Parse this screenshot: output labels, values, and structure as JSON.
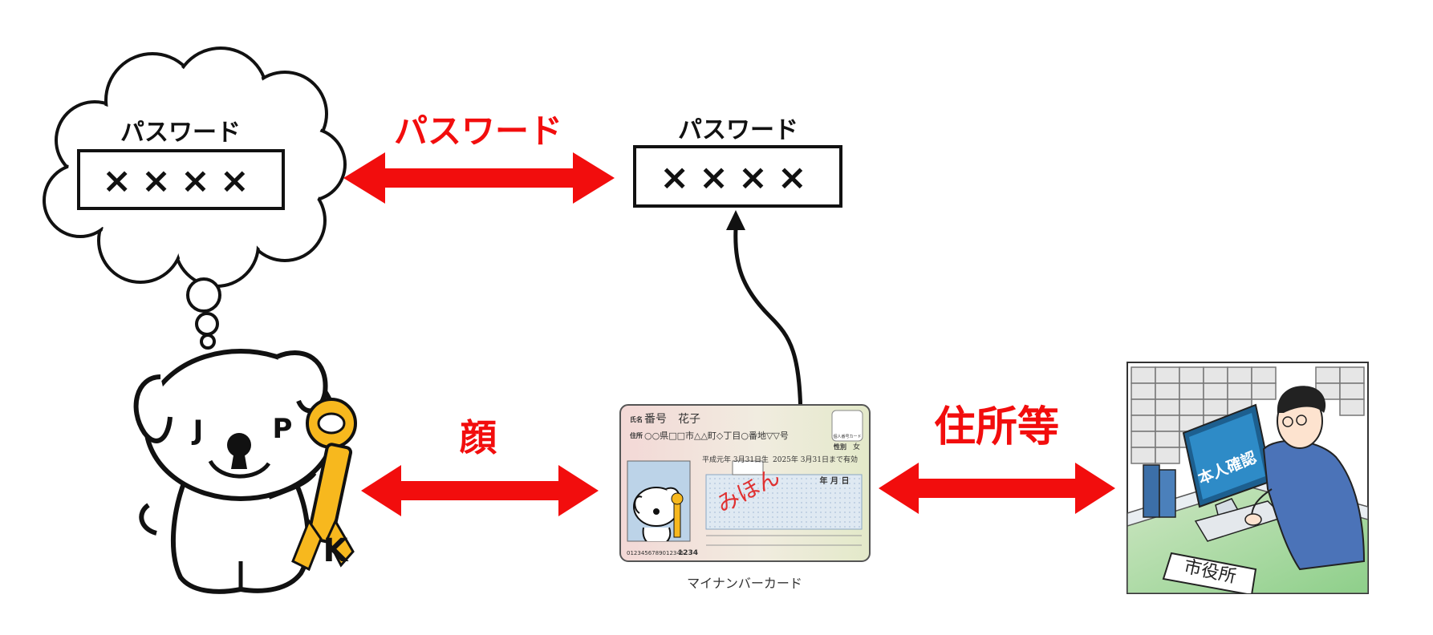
{
  "cloud": {
    "title": "パスワード",
    "masked": "××××"
  },
  "server_password": {
    "title": "パスワード",
    "masked": "××××"
  },
  "arrows": {
    "password_label": "パスワード",
    "face_label": "顔",
    "address_label": "住所等"
  },
  "mascot": {
    "letter_j": "J",
    "letter_p": "P",
    "letter_k": "K"
  },
  "card": {
    "name_label": "氏名",
    "name_value": "番号　花子",
    "address_label": "住所",
    "address_value": "○○県□□市△△町◇丁目○番地▽▽号",
    "birth_line": "平成元年 3月31日生",
    "expiry_line": "2025年 3月31日まで有効",
    "sex_label": "性別",
    "sex_value": "女",
    "badge": "個人番号カード",
    "mihon": "みほん",
    "ym_day": "年 月 日",
    "number": "0123456789012345",
    "pin": "1234",
    "caption": "マイナンバーカード"
  },
  "office": {
    "screen_text": "本人確認",
    "sign_text": "市役所"
  },
  "colors": {
    "red": "#f20d0d",
    "black": "#111111",
    "mascot_yellow": "#f7b81e"
  }
}
